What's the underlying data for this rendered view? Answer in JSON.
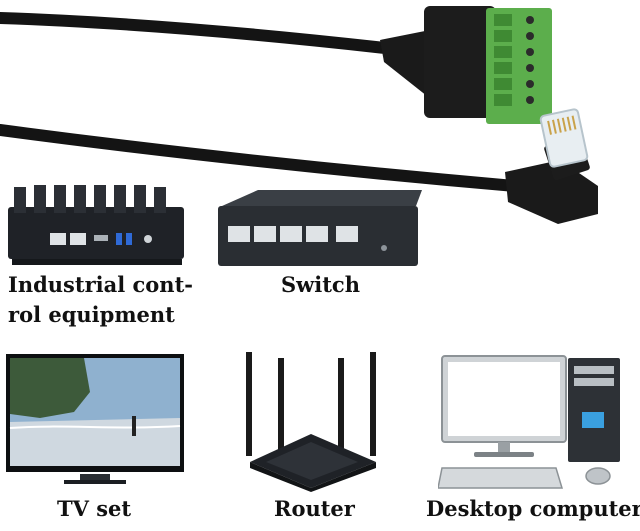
{
  "colors": {
    "cable": "#141414",
    "terminal_green": "#5cae4c",
    "device_body": "#1f2227",
    "background": "#ffffff"
  },
  "labels": {
    "industrial_line1": "Industrial cont-",
    "industrial_line2": "rol equipment",
    "switch": "Switch",
    "tv": "TV set",
    "router": "Router",
    "desktop": "Desktop computer"
  },
  "icons": {
    "industrial": "fanless-mini-pc-icon",
    "switch": "ethernet-switch-icon",
    "tv": "tv-icon",
    "router": "wifi-router-icon",
    "desktop": "desktop-computer-icon"
  }
}
